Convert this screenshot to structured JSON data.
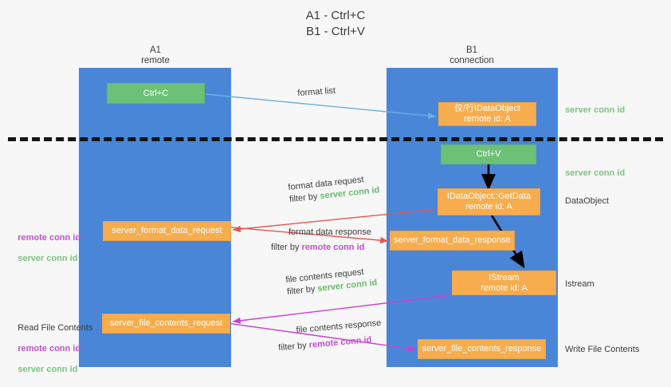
{
  "title": "A1 - Ctrl+C\nB1 - Ctrl+V",
  "colors": {
    "background": "#f7f7f7",
    "lane": "#4a86d8",
    "box_orange": "#f7ad4e",
    "box_green": "#6cc177",
    "server_conn_green": "#7bc47f",
    "remote_conn_magenta": "#c34fd0",
    "divider_black": "#141414",
    "arrow_blue": "#6aaee0",
    "arrow_red": "#e8554e",
    "arrow_magenta": "#cc3fd0",
    "arrow_black": "#000000",
    "text_dark": "#3c3c3c"
  },
  "lanes": [
    {
      "id": "a1",
      "title": "A1",
      "subtitle": "remote"
    },
    {
      "id": "b1",
      "title": "B1",
      "subtitle": "connection"
    }
  ],
  "boxes": [
    {
      "id": "ctrl-c",
      "line1": "Ctrl+C",
      "line2": "",
      "color": "green"
    },
    {
      "id": "ole-get-clipboard",
      "line1": "仅/行IDataObject",
      "line2": "remote id: A",
      "color": "orange"
    },
    {
      "id": "ctrl-v",
      "line1": "Ctrl+V",
      "line2": "",
      "color": "green"
    },
    {
      "id": "idataobject-getdata",
      "line1": "IDataObject::GetData",
      "line2": "remote id: A",
      "color": "orange"
    },
    {
      "id": "server-format-data-request",
      "line1": "server_format_data_request",
      "line2": "",
      "color": "orange"
    },
    {
      "id": "server-format-data-response",
      "line1": "server_format_data_response",
      "line2": "",
      "color": "orange"
    },
    {
      "id": "istream",
      "line1": "IStream",
      "line2": "remote id: A",
      "color": "orange"
    },
    {
      "id": "server-file-contents-request",
      "line1": "server_file_contents_request",
      "line2": "",
      "color": "orange"
    },
    {
      "id": "server-file-contents-response",
      "line1": "server_file_contents_response",
      "line2": "",
      "color": "orange"
    }
  ],
  "right_labels": [
    {
      "id": "server-conn-id-1",
      "text": "server conn id",
      "style": "green"
    },
    {
      "id": "server-conn-id-2",
      "text": "server conn id",
      "style": "green"
    },
    {
      "id": "dataobject",
      "text": "DataObject",
      "style": "dark"
    },
    {
      "id": "istream",
      "text": "Istream",
      "style": "dark"
    },
    {
      "id": "write-file",
      "text": "Write File Contents",
      "style": "dark"
    }
  ],
  "left_labels": {
    "format_block": {
      "remote": "remote conn id",
      "server": "server conn id"
    },
    "file_block": {
      "heading": "Read File Contents",
      "remote": "remote conn id",
      "server": "server conn id"
    }
  },
  "arrow_labels": [
    {
      "id": "format-list",
      "text": "format list",
      "filter_prefix": "",
      "filter_value": "",
      "filter_style": ""
    },
    {
      "id": "format-data-request",
      "text": "format data request",
      "filter_prefix": "filter by ",
      "filter_value": "server conn id",
      "filter_style": "green"
    },
    {
      "id": "format-data-response",
      "text": "format data response",
      "filter_prefix": "filter by ",
      "filter_value": "remote conn id",
      "filter_style": "magenta"
    },
    {
      "id": "file-contents-request",
      "text": "file contents request",
      "filter_prefix": "filter by ",
      "filter_value": "server conn id",
      "filter_style": "green"
    },
    {
      "id": "file-contents-response",
      "text": "file contents response",
      "filter_prefix": "filter by ",
      "filter_value": "remote conn id",
      "filter_style": "magenta"
    }
  ]
}
